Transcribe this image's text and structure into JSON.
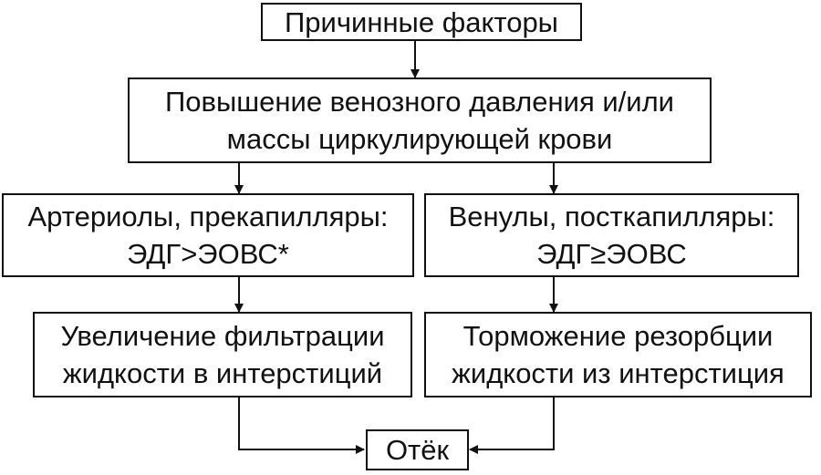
{
  "diagram": {
    "causes": "Причинные факторы",
    "venous": {
      "line1": "Повышение венозного давления и/или",
      "line2": "массы циркулирующей крови"
    },
    "arterioles": {
      "line1": "Артериолы, прекапилляры:",
      "line2": "ЭДГ>ЭОВС*"
    },
    "venules": {
      "line1": "Венулы, посткапилляры:",
      "line2": "ЭДГ≥ЭОВС"
    },
    "filtration": {
      "line1": "Увеличение фильтрации",
      "line2": "жидкости в интерстиций"
    },
    "resorption": {
      "line1": "Торможение резорбции",
      "line2": "жидкости из интерстиция"
    },
    "edema": "Отёк"
  }
}
